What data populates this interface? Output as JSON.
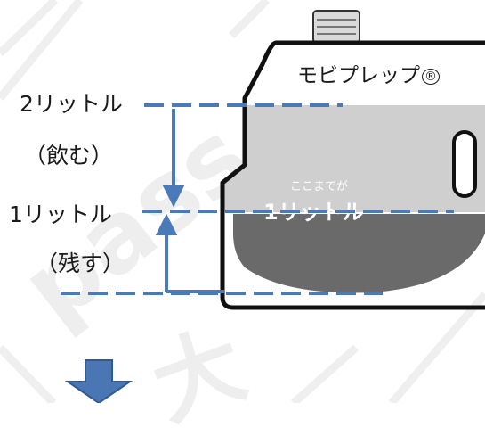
{
  "watermark": {
    "text": "pass",
    "text2": "大",
    "color": "#eeeeee"
  },
  "pouch": {
    "brand_name": "モビプレップ",
    "registered_mark": "®",
    "inner_note": "ここまでが",
    "inner_line_label": "1リットル",
    "colors": {
      "outline": "#111111",
      "upper_liquid": "#cfcfcf",
      "lower_liquid": "#6a6a6a",
      "cap": "#d9d9d9"
    }
  },
  "labels": {
    "top_volume": "2リットル",
    "top_note": "（飲む）",
    "mid_volume": "1リットル",
    "mid_note": "（残す）"
  },
  "lines": {
    "color": "#4a7ab8",
    "style": "dashed"
  },
  "next_arrow": {
    "icon": "down-arrow-icon",
    "color": "#4a77b4"
  }
}
